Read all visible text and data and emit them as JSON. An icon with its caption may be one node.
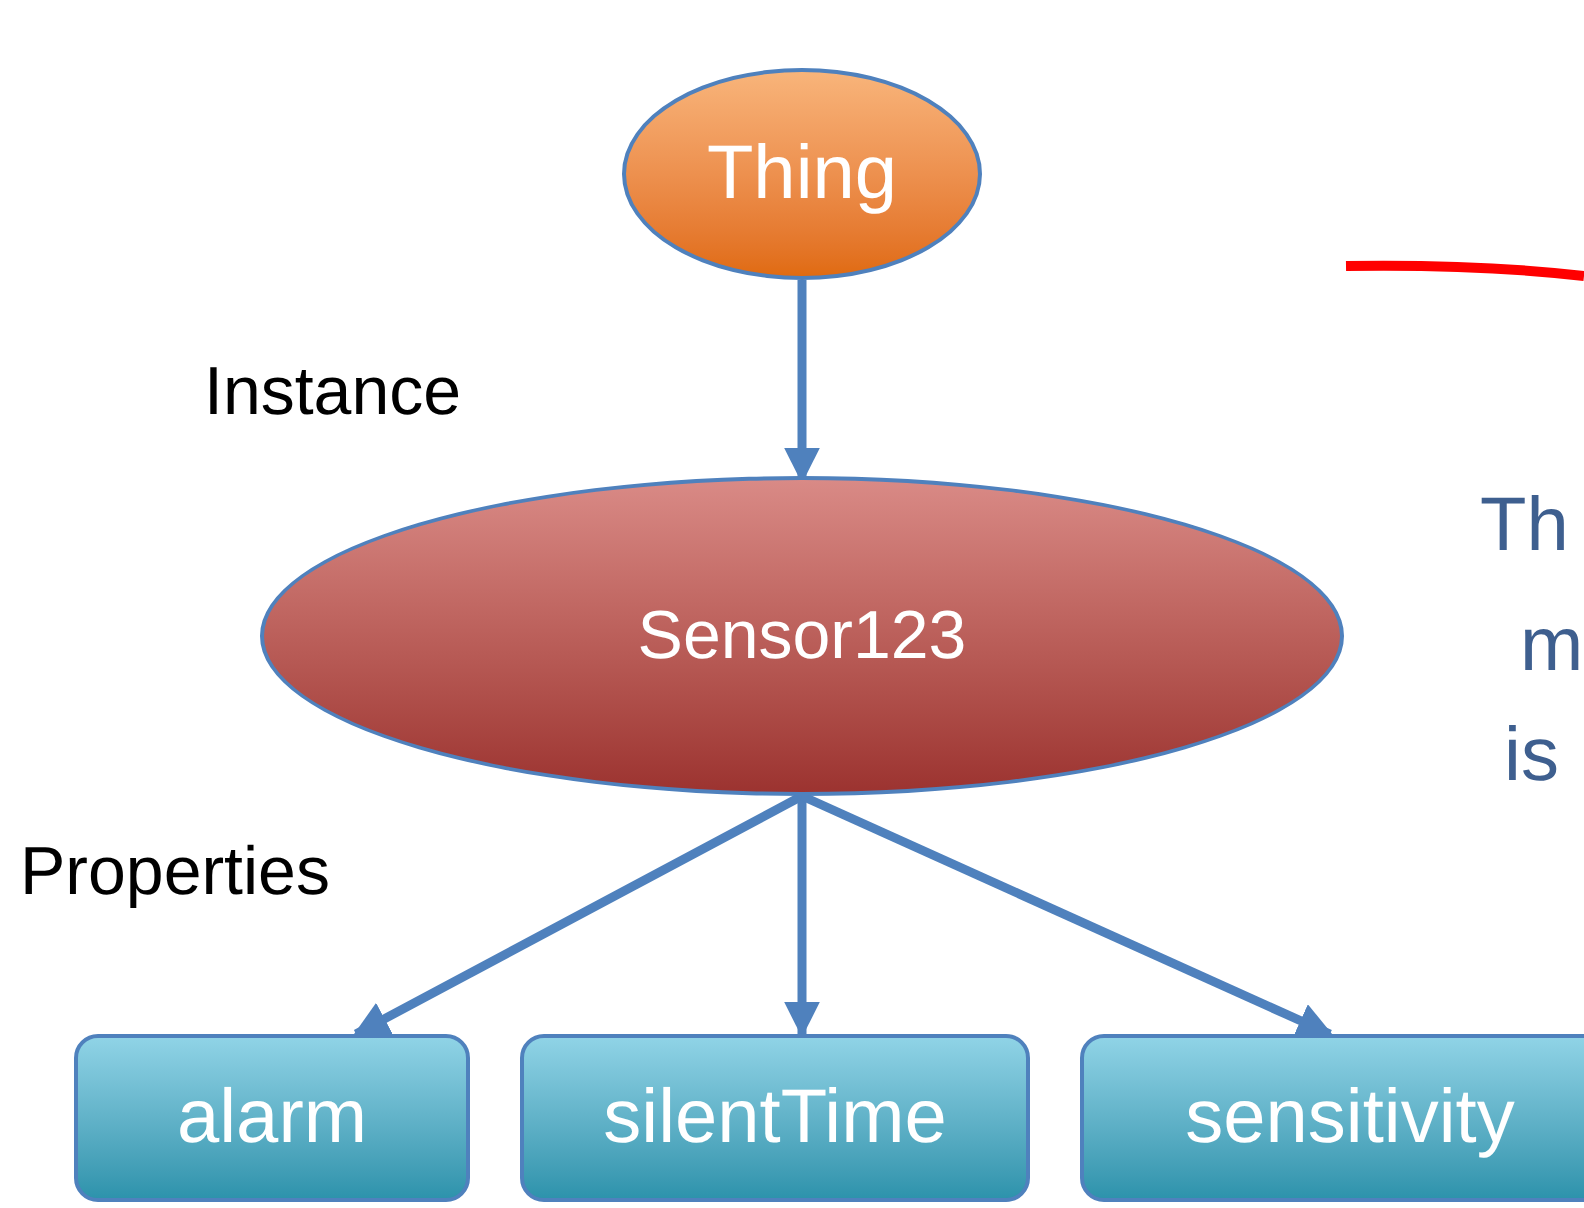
{
  "diagram": {
    "nodes": [
      {
        "text": [
          "Thing"
        ]
      },
      {
        "text": [
          "Sensor123"
        ]
      },
      {
        "text": [
          "alarm"
        ]
      },
      {
        "text": [
          "silentTime"
        ]
      },
      {
        "text": [
          "sensitivity"
        ]
      }
    ],
    "edges": [
      {
        "from": 0,
        "to": 1,
        "arrow": "to"
      },
      {
        "from": 1,
        "to": 2,
        "arrow": "to"
      },
      {
        "from": 1,
        "to": 3,
        "arrow": "to"
      },
      {
        "from": 1,
        "to": 4,
        "arrow": "to"
      }
    ],
    "labels": [
      "Instance",
      "Properties",
      "Th",
      "m",
      "is"
    ]
  }
}
